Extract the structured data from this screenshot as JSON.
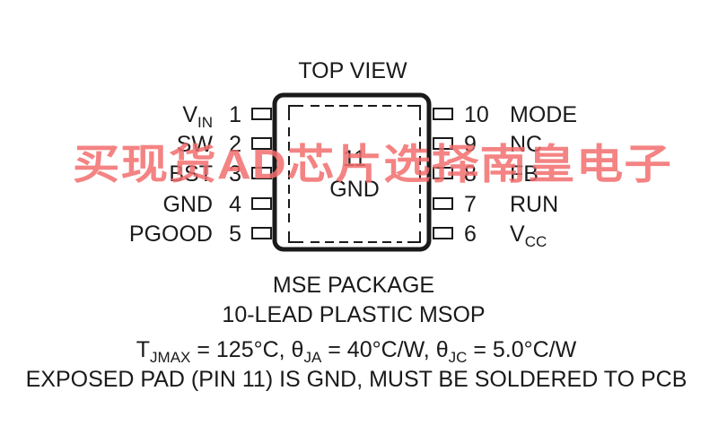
{
  "title": "TOP VIEW",
  "left_pins": [
    {
      "number": "1",
      "name": "V",
      "sub": "IN"
    },
    {
      "number": "2",
      "name": "SW",
      "sub": ""
    },
    {
      "number": "3",
      "name": "BST",
      "sub": ""
    },
    {
      "number": "4",
      "name": "GND",
      "sub": ""
    },
    {
      "number": "5",
      "name": "PGOOD",
      "sub": ""
    }
  ],
  "right_pins": [
    {
      "number": "10",
      "name": "MODE",
      "sub": ""
    },
    {
      "number": "9",
      "name": "NC",
      "sub": ""
    },
    {
      "number": "8",
      "name": "FB",
      "sub": ""
    },
    {
      "number": "7",
      "name": "RUN",
      "sub": ""
    },
    {
      "number": "6",
      "name": "V",
      "sub": "CC"
    }
  ],
  "exposed_pad": {
    "number": "11",
    "name": "GND"
  },
  "package": {
    "line1": "MSE PACKAGE",
    "line2": "10-LEAD PLASTIC MSOP"
  },
  "thermal": {
    "t_main": "T",
    "t_sub": "JMAX",
    "t_value": " = 125°C, ",
    "theta_ja_symbol": "θ",
    "theta_ja_sub": "JA",
    "theta_ja_value": " = 40°C/W, ",
    "theta_jc_symbol": "θ",
    "theta_jc_sub": "JC",
    "theta_jc_value": " = 5.0°C/W"
  },
  "note": "EXPOSED PAD (PIN 11) IS GND, MUST BE SOLDERED TO PCB",
  "watermark": "买现货AD芯片选择南皇电子",
  "colors": {
    "ink": "#1a1a1a",
    "watermark": "#f26d6d"
  }
}
